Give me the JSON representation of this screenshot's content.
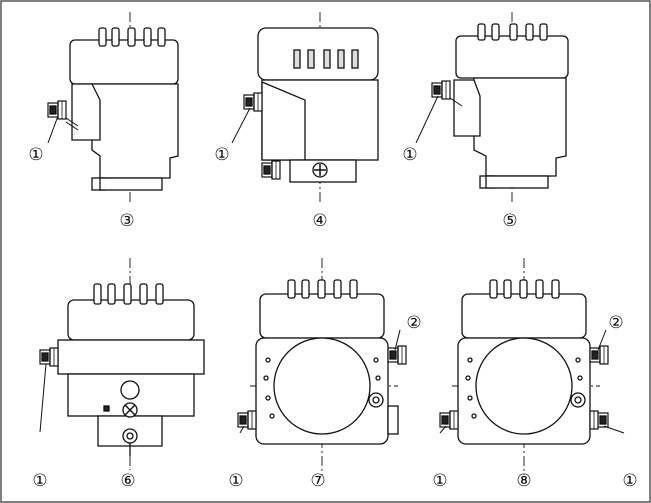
{
  "callouts": {
    "c1": "①",
    "c2": "②",
    "c3": "③",
    "c4": "④",
    "c5": "⑤",
    "c6": "⑥",
    "c7": "⑦",
    "c8": "⑧"
  }
}
